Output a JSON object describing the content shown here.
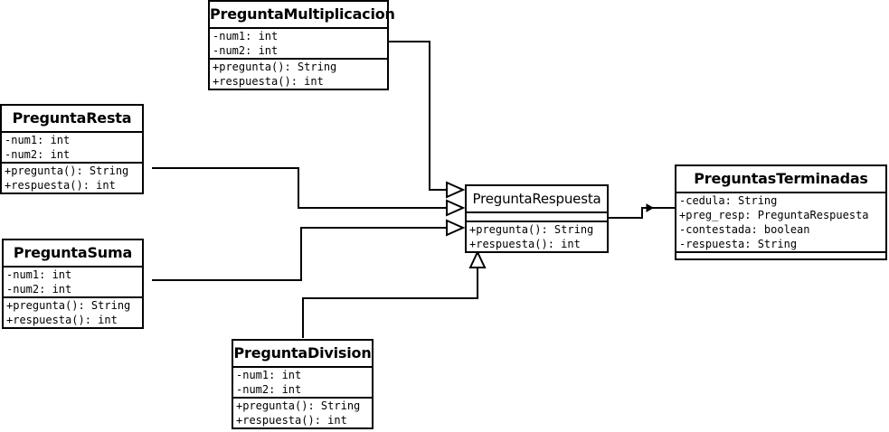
{
  "classes": {
    "multiplicacion": {
      "name": "PreguntaMultiplicacion",
      "attributes": [
        "-num1: int",
        "-num2: int"
      ],
      "methods": [
        "+pregunta(): String",
        "+respuesta(): int"
      ]
    },
    "resta": {
      "name": "PreguntaResta",
      "attributes": [
        "-num1: int",
        "-num2: int"
      ],
      "methods": [
        "+pregunta(): String",
        "+respuesta(): int"
      ]
    },
    "suma": {
      "name": "PreguntaSuma",
      "attributes": [
        "-num1: int",
        "-num2: int"
      ],
      "methods": [
        "+pregunta(): String",
        "+respuesta(): int"
      ]
    },
    "division": {
      "name": "PreguntaDivision",
      "attributes": [
        "-num1: int",
        "-num2: int"
      ],
      "methods": [
        "+pregunta(): String",
        "+respuesta(): int"
      ]
    },
    "respuesta": {
      "name": "PreguntaRespuesta",
      "attributes": [],
      "methods": [
        "+pregunta(): String",
        "+respuesta(): int"
      ]
    },
    "terminadas": {
      "name": "PreguntasTerminadas",
      "attributes": [
        "-cedula: String",
        "+preg_resp: PreguntaRespuesta",
        "-contestada: boolean",
        "-respuesta: String"
      ],
      "methods": []
    }
  }
}
